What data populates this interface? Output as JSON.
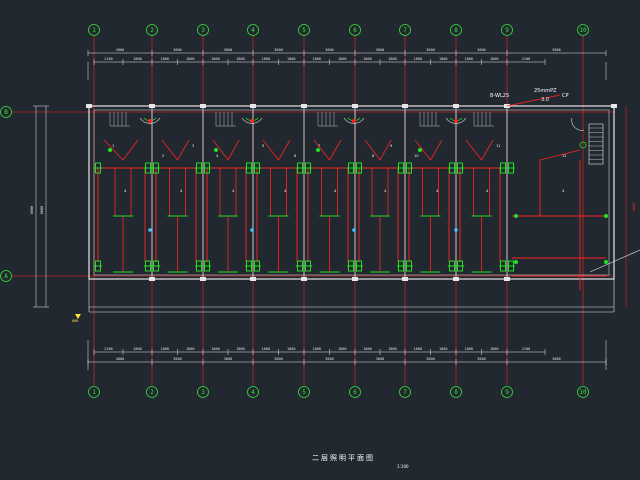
{
  "drawing": {
    "title": "二层照明平面图",
    "scale": "1:100",
    "axis_labels_top": [
      "1",
      "2",
      "3",
      "4",
      "5",
      "6",
      "7",
      "8",
      "9",
      "10"
    ],
    "axis_labels_bottom": [
      "1",
      "2",
      "3",
      "4",
      "5",
      "6",
      "7",
      "8",
      "9",
      "10"
    ],
    "axis_labels_side": [
      "B",
      "A"
    ],
    "top_dims_outer": [
      "4800",
      "3600",
      "3600",
      "3600",
      "3600",
      "3600",
      "3600",
      "3600",
      "3600"
    ],
    "top_dims_inner": [
      "2100",
      "1800",
      "1800",
      "1800",
      "1800",
      "1800",
      "1800",
      "1800",
      "1800",
      "1800",
      "1800",
      "1800",
      "1800",
      "1800",
      "1800",
      "1800",
      "2100"
    ],
    "left_dims": [
      "6600",
      "6000"
    ],
    "right_dim": "6600",
    "bottom_dims_inner": [
      "2100",
      "1800",
      "1800",
      "1800",
      "1800",
      "1800",
      "1800",
      "1800",
      "1800",
      "1800",
      "1800",
      "1800",
      "1800",
      "1800",
      "1800",
      "1800",
      "2100"
    ],
    "bottom_dims_outer": [
      "4800",
      "3600",
      "3600",
      "3600",
      "3600",
      "3600",
      "3600",
      "3600",
      "3600"
    ],
    "level_mark": "600",
    "panel_note_left": "B-WL25",
    "panel_note_top": "25mmPZ",
    "panel_note_bottom": "3.0",
    "panel_note_right": "CP",
    "circuit_numbers": [
      "1",
      "2",
      "3",
      "4",
      "5",
      "6",
      "7",
      "8",
      "9",
      "10",
      "11",
      "12"
    ],
    "room_tags": [
      "4",
      "4",
      "4",
      "4",
      "4",
      "4",
      "4",
      "4",
      "4"
    ]
  },
  "colors": {
    "background": "#212830",
    "axis": "#39e039",
    "wall": "#e6e6e6",
    "wiring": "#ff2222",
    "fixture": "#22e022",
    "accent": "#3fc4ff",
    "dim_line": "#e6e6e6",
    "level": "#ffe03a"
  }
}
